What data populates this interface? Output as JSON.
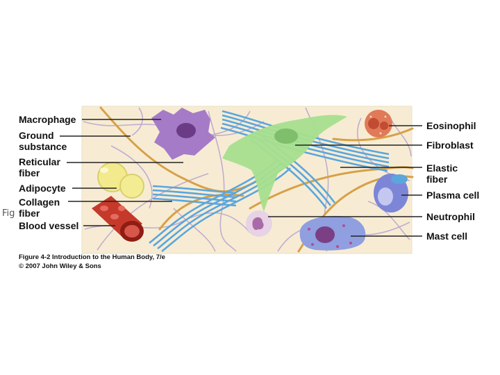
{
  "figure": {
    "left_labels": [
      "Macrophage",
      "Ground",
      "substance",
      "Reticular",
      "fiber",
      "Adipocyte",
      "Collagen",
      "fiber",
      "Blood vessel"
    ],
    "right_labels": [
      "Eosinophil",
      "Fibroblast",
      "Elastic",
      "fiber",
      "Plasma cell",
      "Neutrophil",
      "Mast cell"
    ],
    "caption_line1": "Figure 4-2  Introduction to the Human Body, 7/e",
    "caption_line2": "© 2007 John Wiley & Sons",
    "truncated_label": "Fig"
  },
  "colors": {
    "background_matrix": "#f7ecd3",
    "macrophage": "#a57bc8",
    "fibroblast": "#a6df8e",
    "collagen": "#5aa6dd",
    "reticular_fiber": "#b9a2cc",
    "elastic_fiber": "#d9a24a",
    "blood_vessel": "#c5392b",
    "adipocyte": "#f2ea8c",
    "plasma_cell": "#7d86d6",
    "mast_cell": "#8f9fe0",
    "eosinophil": "#e07a58",
    "neutrophil": "#e7d2e6"
  }
}
